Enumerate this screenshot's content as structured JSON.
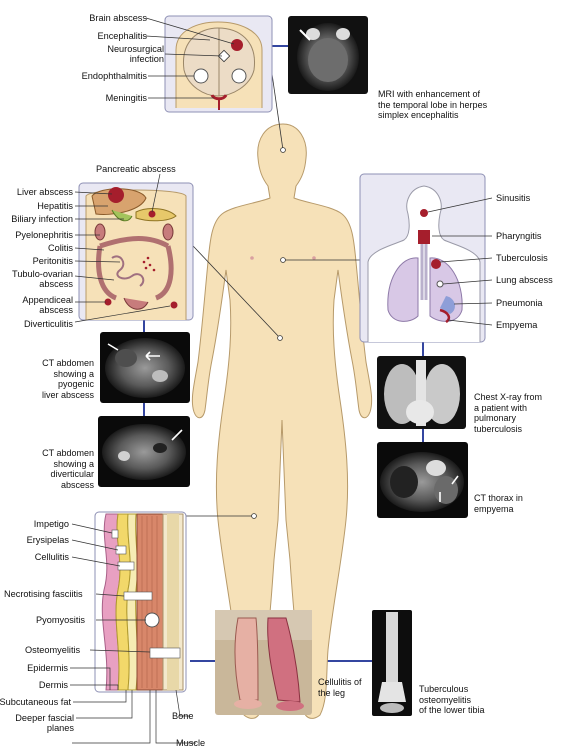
{
  "brain": {
    "labels": [
      "Brain abscess",
      "Encephalitis",
      "Neurosurgical",
      "infection",
      "Endophthalmitis",
      "Meningitis"
    ],
    "mri_caption": [
      "MRI with enhancement of",
      "the temporal lobe in herpes",
      "simplex encephalitis"
    ]
  },
  "abdomen": {
    "title": "Pancreatic abscess",
    "labels": [
      "Liver abscess",
      "Hepatitis",
      "Biliary infection",
      "Pyelonephritis",
      "Colitis",
      "Peritonitis",
      "Tubulo-ovarian",
      "abscess",
      "Appendiceal",
      "abscess",
      "Diverticulitis"
    ],
    "ct1_caption": [
      "CT abdomen",
      "showing a",
      "pyogenic",
      "liver abscess"
    ],
    "ct2_caption": [
      "CT abdomen",
      "showing a",
      "diverticular",
      "abscess"
    ]
  },
  "chest": {
    "labels": [
      "Sinusitis",
      "Pharyngitis",
      "Tuberculosis",
      "Lung abscess",
      "Pneumonia",
      "Empyema"
    ],
    "xray_caption": [
      "Chest X-ray from",
      "a patient with",
      "pulmonary",
      "tuberculosis"
    ],
    "ct_caption": [
      "CT thorax in",
      "empyema"
    ]
  },
  "skin": {
    "labels": [
      "Impetigo",
      "Erysipelas",
      "Cellulitis",
      "Necrotising fasciitis",
      "Pyomyositis",
      "Osteomyelitis",
      "Epidermis",
      "Dermis",
      "Subcutaneous fat",
      "Deeper fascial",
      "planes",
      "Bone",
      "Muscle"
    ]
  },
  "leg": {
    "leg_caption": [
      "Cellulitis of",
      "the leg"
    ],
    "tibia_caption": [
      "Tuberculous",
      "osteomyelitis",
      "of the lower tibia"
    ]
  },
  "colors": {
    "panel_fill": "#e9e8f3",
    "panel_stroke": "#8e90b4",
    "link": "#3446a0",
    "body_fill": "#f6e1b8",
    "body_stroke": "#b79a6a",
    "lesion": "#a51e2c"
  }
}
